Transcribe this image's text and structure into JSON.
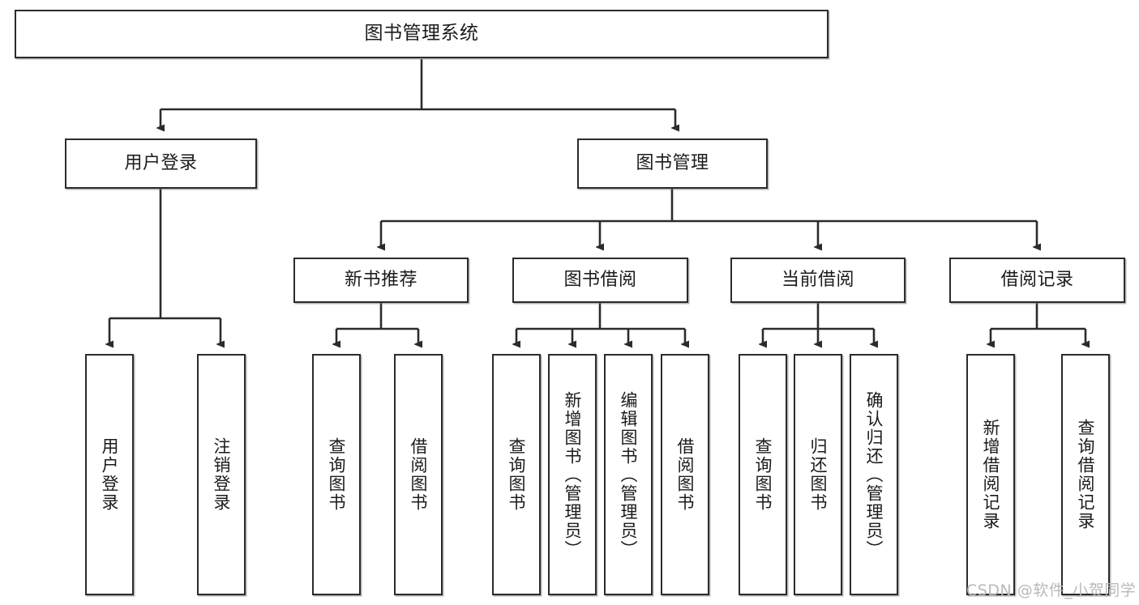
{
  "diagram": {
    "title": "图书管理系统",
    "type": "tree-hierarchy",
    "watermark": "CSDN @软件_小贺同学",
    "colors": {
      "box_border": "#2b2b2b",
      "box_fill": "#ffffff",
      "text": "#1b1b1b",
      "connector": "#2b2b2b",
      "watermark": "#b9b9b9",
      "background": "#ffffff"
    },
    "root": {
      "label": "图书管理系统"
    },
    "level2": [
      {
        "label": "用户登录"
      },
      {
        "label": "图书管理"
      }
    ],
    "level3": [
      {
        "label": "新书推荐"
      },
      {
        "label": "图书借阅"
      },
      {
        "label": "当前借阅"
      },
      {
        "label": "借阅记录"
      }
    ],
    "leaves": {
      "user_login": [
        {
          "label": "用户登录"
        },
        {
          "label": "注销登录"
        }
      ],
      "new_book_recommend": [
        {
          "label": "查询图书"
        },
        {
          "label": "借阅图书"
        }
      ],
      "book_borrow": [
        {
          "label": "查询图书"
        },
        {
          "label": "新增图书（管理员）"
        },
        {
          "label": "编辑图书（管理员）"
        },
        {
          "label": "借阅图书"
        }
      ],
      "current_borrow": [
        {
          "label": "查询图书"
        },
        {
          "label": "归还图书"
        },
        {
          "label": "确认归还（管理员）"
        }
      ],
      "borrow_record": [
        {
          "label": "新增借阅记录"
        },
        {
          "label": "查询借阅记录"
        }
      ]
    }
  }
}
